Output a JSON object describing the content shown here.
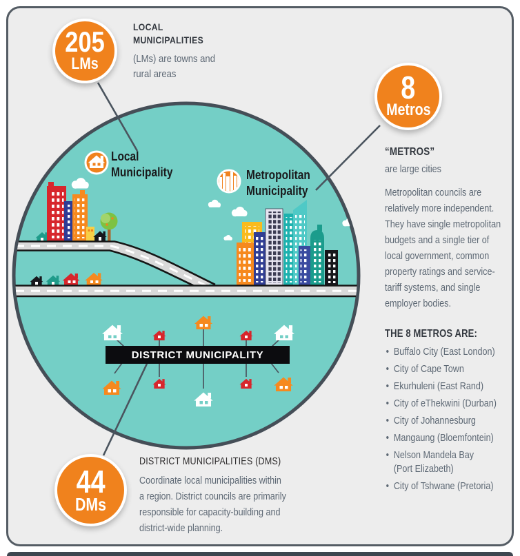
{
  "colors": {
    "orange": "#f0821d",
    "teal_circle": "#74cfc6",
    "dark_slate": "#4a545e",
    "red": "#d7262c",
    "card_bg": "#ededed",
    "text_dark": "#33383f",
    "text_gray": "#5d6874",
    "banner_bg": "#0c0c0f"
  },
  "badges": {
    "lm": {
      "value": "205",
      "unit": "LMs"
    },
    "metros": {
      "value": "8",
      "unit": "Metros"
    },
    "dm": {
      "value": "44",
      "unit": "DMs"
    }
  },
  "lm_block": {
    "title": "LOCAL\nMUNICIPALITIES",
    "body": "(LMs) are towns and\nrural areas"
  },
  "metros_block": {
    "title": "“METROS”",
    "subtitle": "are large cities",
    "paragraph": "Metropolitan councils are\nrelatively more independent.\nThey have single metropolitan\nbudgets and a single tier of\nlocal government, common\nproperty ratings and service-\ntariff systems, and single\nemployer bodies.",
    "list_title": "THE 8 METROS ARE:",
    "bullet": "•",
    "list": [
      "Buffalo City (East London)",
      "City of Cape Town",
      "Ekurhuleni (East Rand)",
      "City of eThekwini (Durban)",
      "City of Johannesburg",
      "Mangaung (Bloemfontein)",
      "Nelson Mandela Bay\n(Port Elizabeth)",
      "City of Tshwane (Pretoria)"
    ]
  },
  "dm_block": {
    "title": "DISTRICT MUNICIPALITIES (DMS)",
    "body": "Coordinate local municipalities within\na region. District councils are primarily\nresponsible for capacity-building and\ndistrict-wide planning."
  },
  "scene": {
    "local_label": "Local\nMunicipality",
    "metro_label": "Metropolitan\nMunicipality",
    "district_banner": "DISTRICT MUNICIPALITY",
    "icons": {
      "local": "house-icon",
      "metro": "city-skyline-icon"
    }
  }
}
